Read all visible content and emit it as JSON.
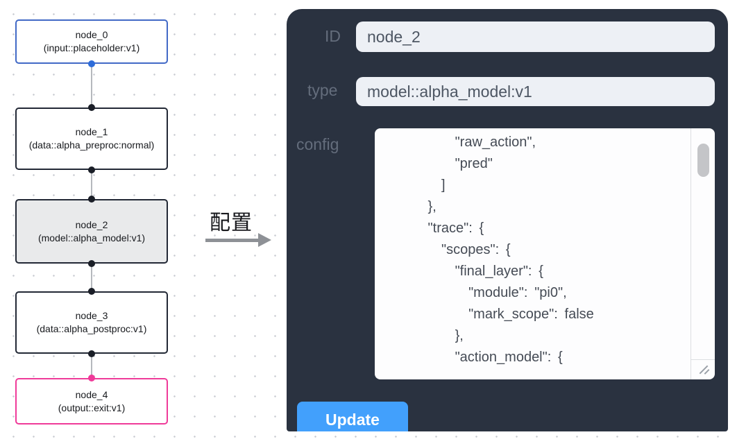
{
  "flow": {
    "nodes": [
      {
        "id": "node_0",
        "title": "node_0",
        "subtitle": "(input::placeholder:v1)",
        "variant": "input"
      },
      {
        "id": "node_1",
        "title": "node_1",
        "subtitle": "(data::alpha_preproc:normal)",
        "variant": "default"
      },
      {
        "id": "node_2",
        "title": "node_2",
        "subtitle": "(model::alpha_model:v1)",
        "variant": "selected"
      },
      {
        "id": "node_3",
        "title": "node_3",
        "subtitle": "(data::alpha_postproc:v1)",
        "variant": "default"
      },
      {
        "id": "node_4",
        "title": "node_4",
        "subtitle": "(output::exit:v1)",
        "variant": "output"
      }
    ]
  },
  "transfer": {
    "label": "配置"
  },
  "panel": {
    "fields": [
      {
        "label": "ID",
        "value": "node_2"
      },
      {
        "label": "type",
        "value": "model::alpha_model:v1"
      }
    ],
    "config_label": "config",
    "config_text": "          \"raw_action\",\n          \"pred\"\n        ]\n      },\n      \"trace\": {\n        \"scopes\": {\n          \"final_layer\": {\n            \"module\": \"pi0\",\n            \"mark_scope\": false\n          },\n          \"action_model\": {",
    "update_label": "Update"
  },
  "colors": {
    "panel_bg": "#2a3240",
    "accent_button_blue": "#42a0fc",
    "input_node_border_blue": "#4169c6",
    "output_node_border_pink": "#ef3a99",
    "selected_node_bg": "#e9eaeb",
    "field_bg": "#edf0f5"
  }
}
